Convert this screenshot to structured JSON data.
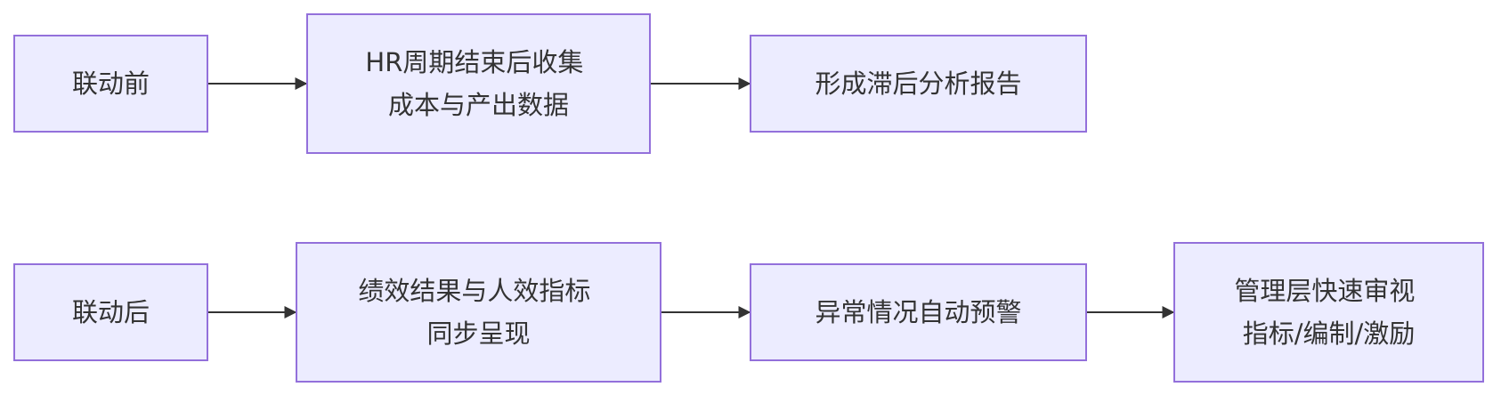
{
  "diagram": {
    "rows": [
      {
        "nodes": [
          {
            "id": "before",
            "lines": [
              "联动前"
            ]
          },
          {
            "id": "hr-collect",
            "lines": [
              "HR周期结束后收集",
              "成本与产出数据"
            ]
          },
          {
            "id": "lag-report",
            "lines": [
              "形成滞后分析报告"
            ]
          }
        ]
      },
      {
        "nodes": [
          {
            "id": "after",
            "lines": [
              "联动后"
            ]
          },
          {
            "id": "sync-present",
            "lines": [
              "绩效结果与人效指标",
              "同步呈现"
            ]
          },
          {
            "id": "anomaly-alert",
            "lines": [
              "异常情况自动预警"
            ]
          },
          {
            "id": "mgmt-review",
            "lines": [
              "管理层快速审视",
              "指标/编制/激励"
            ]
          }
        ]
      }
    ]
  }
}
